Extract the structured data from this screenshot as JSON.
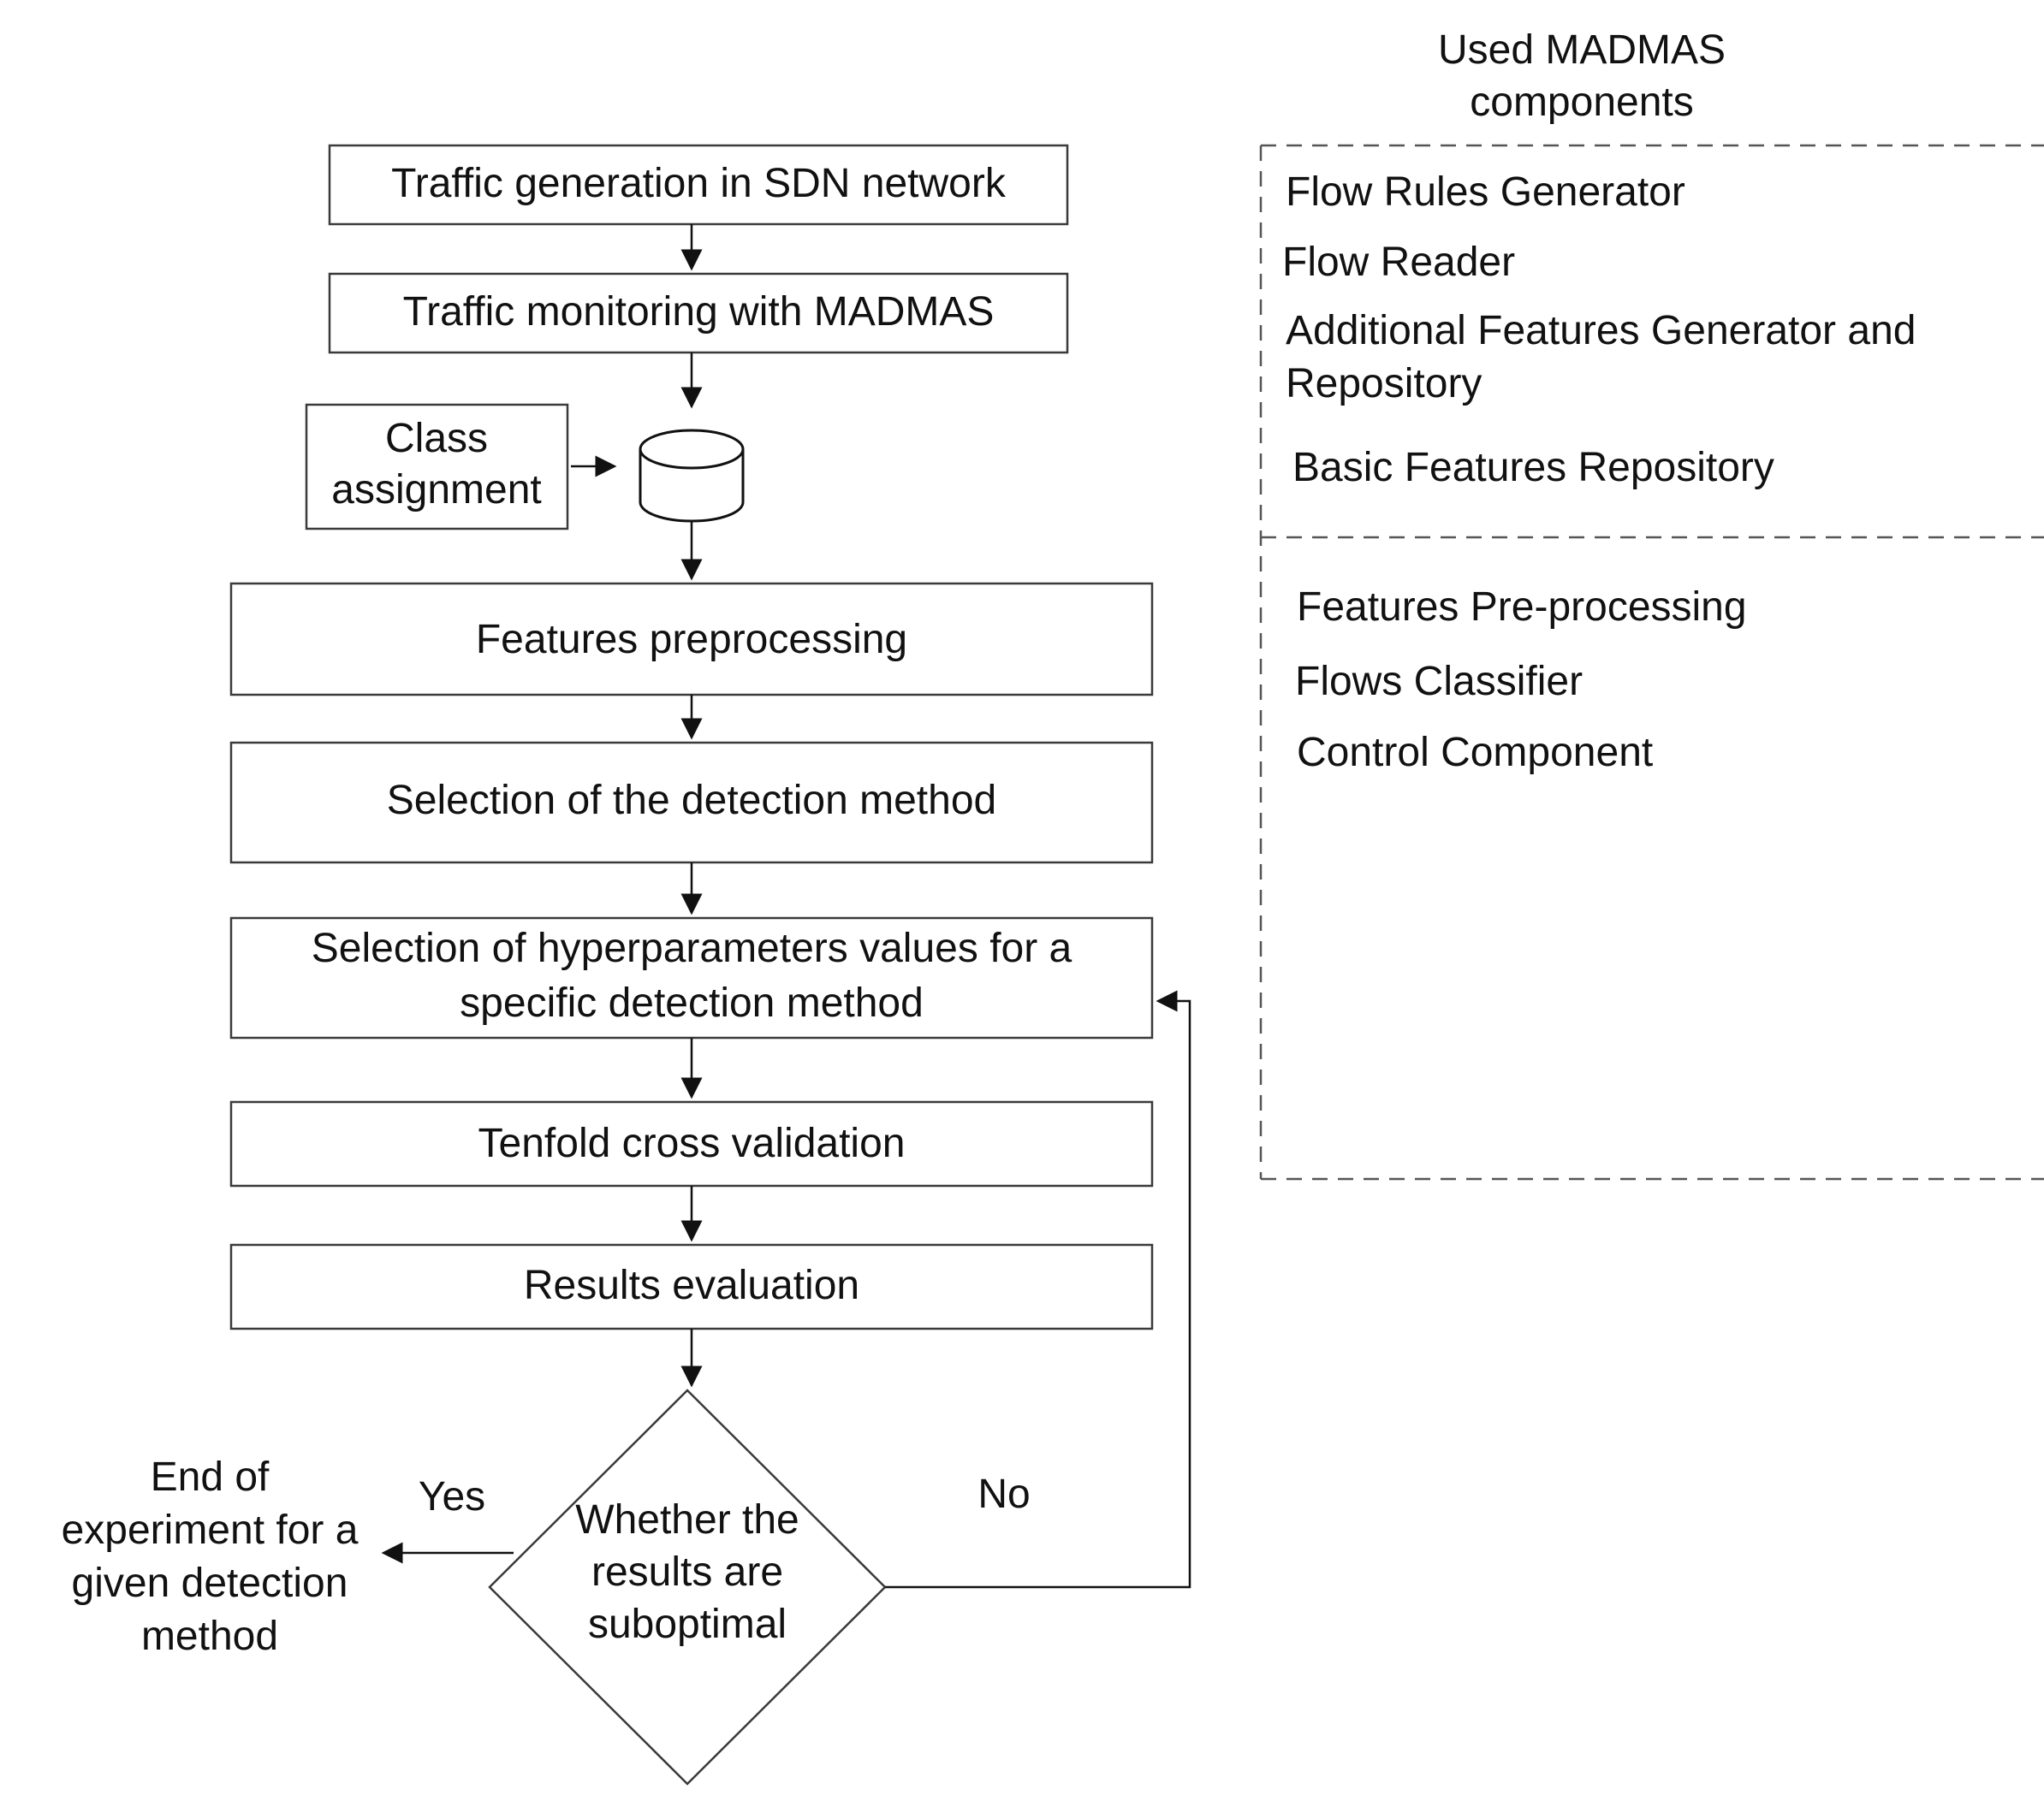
{
  "flowchart": {
    "steps": {
      "traffic_generation": "Traffic generation in SDN network",
      "traffic_monitoring": "Traffic monitoring with MADMAS",
      "class_assignment_line1": "Class",
      "class_assignment_line2": "assignment",
      "features_preprocessing": "Features preprocessing",
      "selection_detection_method": "Selection of the detection method",
      "selection_hyperparameters_line1": "Selection of hyperparameters values for a",
      "selection_hyperparameters_line2": "specific detection method",
      "tenfold_cross_validation": "Tenfold cross validation",
      "results_evaluation": "Results evaluation"
    },
    "decision": {
      "line1": "Whether the",
      "line2": "results are",
      "line3": "suboptimal",
      "yes_label": "Yes",
      "no_label": "No"
    },
    "end": {
      "line1": "End of",
      "line2": "experiment for a",
      "line3": "given detection",
      "line4": "method"
    }
  },
  "components_panel": {
    "title_line1": "Used MADMAS",
    "title_line2": "components",
    "group1": {
      "flow_rules_generator": "Flow Rules Generator",
      "flow_reader": "Flow Reader",
      "additional_features_line1": "Additional Features Generator and",
      "additional_features_line2": "Repository",
      "basic_features_repository": "Basic Features Repository"
    },
    "group2": {
      "features_preprocessing": "Features Pre-processing",
      "flows_classifier": "Flows Classifier",
      "control_component": "Control Component"
    }
  }
}
